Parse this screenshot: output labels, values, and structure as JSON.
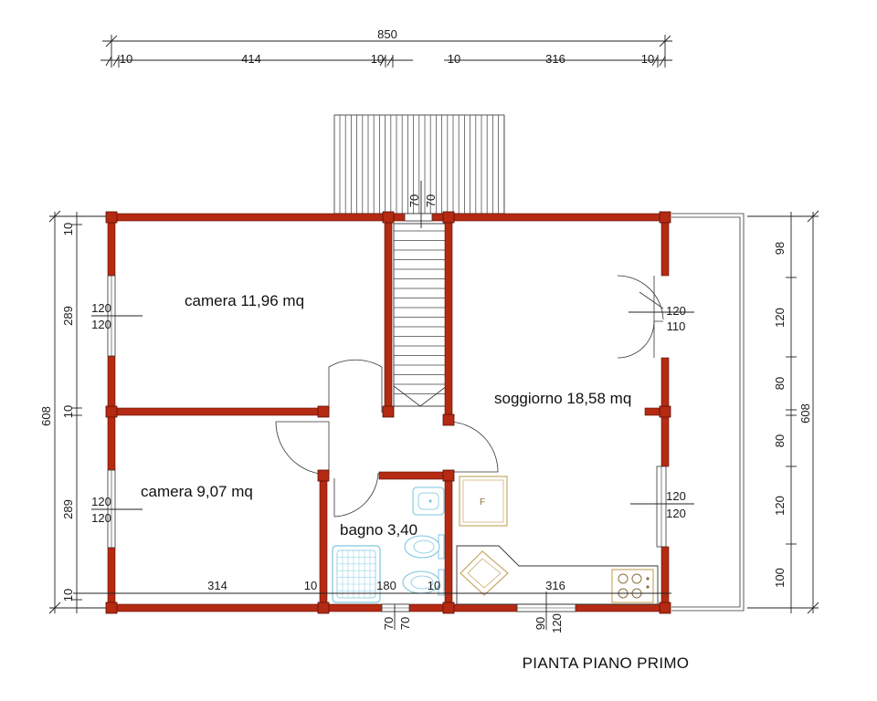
{
  "title": "PIANTA PIANO PRIMO",
  "colors": {
    "wall": "#b52a12",
    "wall_stroke": "#5a1005",
    "fixture_blue": "#7fc6e0",
    "fixture_tan": "#c9a968",
    "line": "#222222"
  },
  "rooms": {
    "camera_top": "camera 11,96 mq",
    "camera_bottom": "camera  9,07 mq",
    "soggiorno": "soggiorno 18,58 mq",
    "bagno": "bagno 3,40"
  },
  "dims_top": {
    "total": "850",
    "seg_1": "10",
    "seg_2": "414",
    "seg_3": "10",
    "seg_4": "10",
    "seg_5": "316",
    "seg_6": "10"
  },
  "dims_left": {
    "total": "608",
    "seg_1": "10",
    "seg_2": "289",
    "seg_3": "10",
    "seg_4": "289",
    "seg_5": "10"
  },
  "dims_right": {
    "total": "608",
    "seg_1": "98",
    "seg_2": "120",
    "seg_3": "80",
    "seg_4": "80",
    "seg_5": "120",
    "seg_6": "100"
  },
  "dims_bottom": {
    "seg_1": "314",
    "seg_2": "10",
    "seg_3": "180",
    "seg_4": "10",
    "seg_5": "316"
  },
  "openings": {
    "win_camera_top_w": "120",
    "win_camera_top_h": "120",
    "win_camera_bottom_w": "120",
    "win_camera_bottom_h": "120",
    "door_soggiorno_w": "120",
    "door_soggiorno_h": "110",
    "win_soggiorno_w": "120",
    "win_soggiorno_h": "120",
    "stair_a": "70",
    "stair_b": "70",
    "bagno_win_a": "70",
    "bagno_win_b": "70",
    "kitchen_win_a": "90",
    "kitchen_win_b": "120"
  },
  "fixtures": {
    "fridge_label": "F"
  }
}
